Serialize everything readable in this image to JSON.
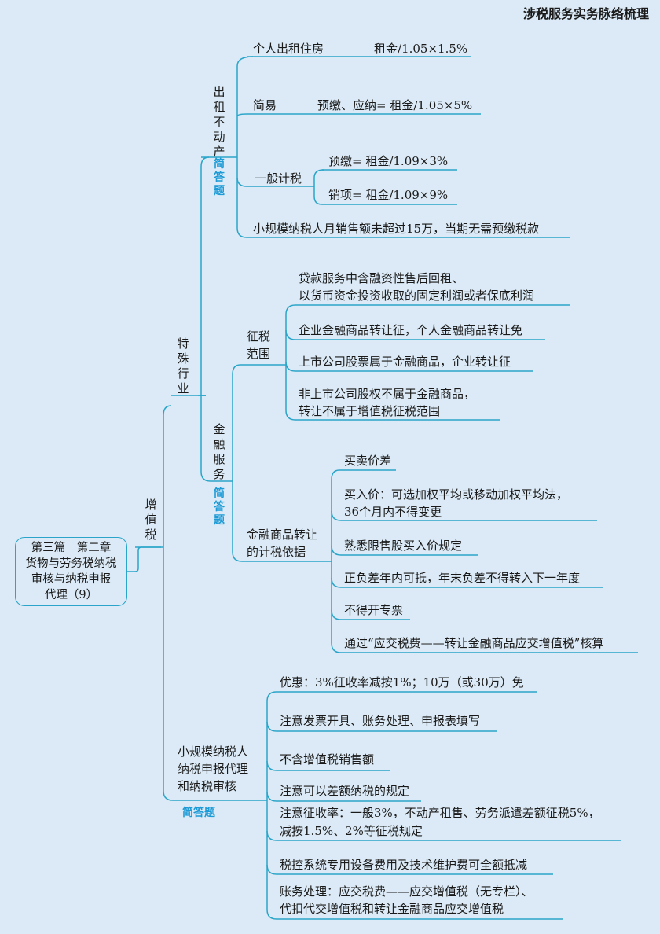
{
  "header": "涉税服务实务脉络梳理",
  "root": [
    "第三篇　第二章",
    "货物与劳务税纳税",
    "审核与纳税申报",
    "代理（9）"
  ],
  "badge_label": "简答题",
  "vat": "增值税",
  "special": "特殊行业",
  "rent": {
    "title": "出租不动产",
    "personal": "个人出租住房",
    "personal_formula": "租金/1.05×1.5%",
    "simple": "简易",
    "simple_formula": "预缴、应纳= 租金/1.05×5%",
    "general": "一般计税",
    "general_prepay": "预缴= 租金/1.09×3%",
    "general_output": "销项= 租金/1.09×9%",
    "small_note": "小规模纳税人月销售额未超过15万，当期无需预缴税款"
  },
  "finance": {
    "title": "金融服务",
    "scope_title": [
      "征税",
      "范围"
    ],
    "scope_items": [
      [
        "贷款服务中含融资性售后回租、",
        "以货币资金投资收取的固定利润或者保底利润"
      ],
      [
        "企业金融商品转让征，个人金融商品转让免"
      ],
      [
        "上市公司股票属于金融商品，企业转让征"
      ],
      [
        "非上市公司股权不属于金融商品，",
        "转让不属于增值税征税范围"
      ]
    ],
    "transfer_title": [
      "金融商品转让",
      "的计税依据"
    ],
    "transfer_items": [
      [
        "买卖价差"
      ],
      [
        "买入价：可选加权平均或移动加权平均法，",
        "36个月内不得变更"
      ],
      [
        "熟悉限售股买入价规定"
      ],
      [
        "正负差年内可抵，年末负差不得转入下一年度"
      ],
      [
        "不得开专票"
      ],
      [
        "通过“应交税费——转让金融商品应交增值税”核算"
      ]
    ]
  },
  "small": {
    "title": [
      "小规模纳税人",
      "纳税申报代理",
      "和纳税审核"
    ],
    "items": [
      [
        "优惠：3%征收率减按1%；10万（或30万）免"
      ],
      [
        "注意发票开具、账务处理、申报表填写"
      ],
      [
        "不含增值税销售额"
      ],
      [
        "注意可以差额纳税的规定"
      ],
      [
        "注意征收率：一般3%，不动产租售、劳务派遣差额征税5%，",
        "减按1.5%、2%等征税规定"
      ],
      [
        "税控系统专用设备费用及技术维护费可全额抵减"
      ],
      [
        "账务处理：应交税费——应交增值税（无专栏）、",
        "代扣代交增值税和转让金融商品应交增值税"
      ]
    ]
  }
}
